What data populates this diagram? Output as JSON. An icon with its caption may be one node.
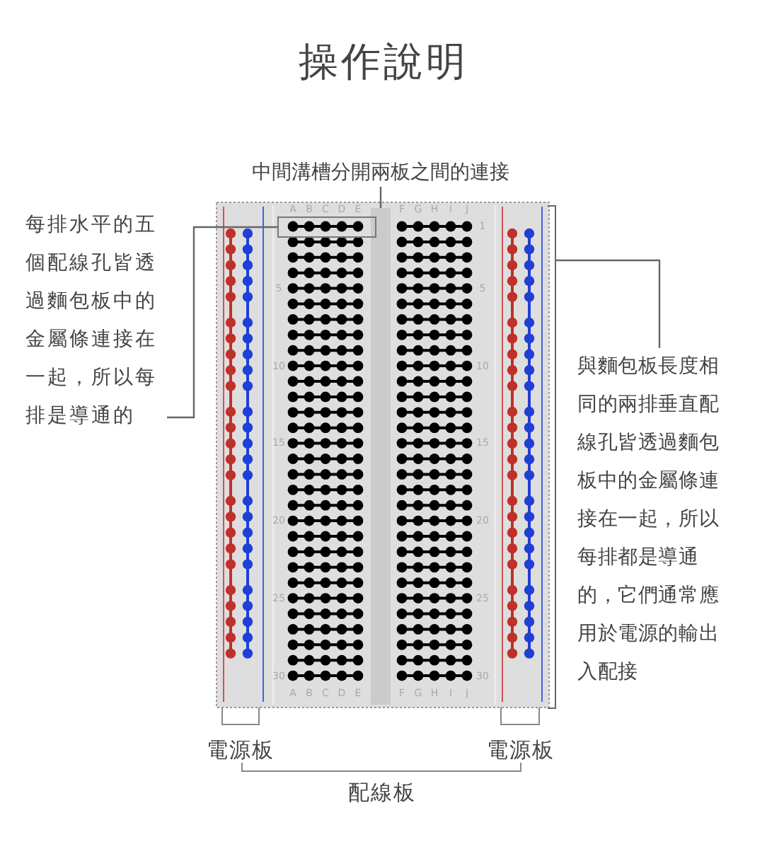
{
  "diagram": {
    "title": "操作說明",
    "nodes": [
      {
        "text": [
          "中間溝槽分開兩板之間的連接"
        ]
      },
      {
        "text": [],
        "shape": "bar"
      },
      {
        "text": [
          "每排水平的五個配線孔皆透過麵包板中的金屬條連接在一起，所以每排是導通的"
        ]
      },
      {
        "text": [],
        "shape": "box"
      },
      {
        "text": [
          "與麵包板長度相同的兩排垂直配線孔皆透過麵包板中的金屬條連接在一起，所以每排都是導通的，它們通常應用於電源的輸出入配接"
        ]
      },
      {
        "text": [],
        "shape": "bracket"
      }
    ],
    "edges": [
      {
        "from": 0,
        "to": 1,
        "arrow": "none"
      },
      {
        "from": 2,
        "to": 3,
        "arrow": "none"
      },
      {
        "from": 4,
        "to": 5,
        "arrow": "none"
      }
    ],
    "labels": [
      "A",
      "B",
      "C",
      "D",
      "E",
      "F",
      "G",
      "H",
      "I",
      "J",
      "1",
      "5",
      "5",
      "10",
      "10",
      "15",
      "15",
      "20",
      "20",
      "25",
      "25",
      "30",
      "30",
      "A",
      "B",
      "C",
      "D",
      "E",
      "F",
      "G",
      "H",
      "I",
      "J",
      "電源板",
      "電源板",
      "配線板"
    ]
  }
}
